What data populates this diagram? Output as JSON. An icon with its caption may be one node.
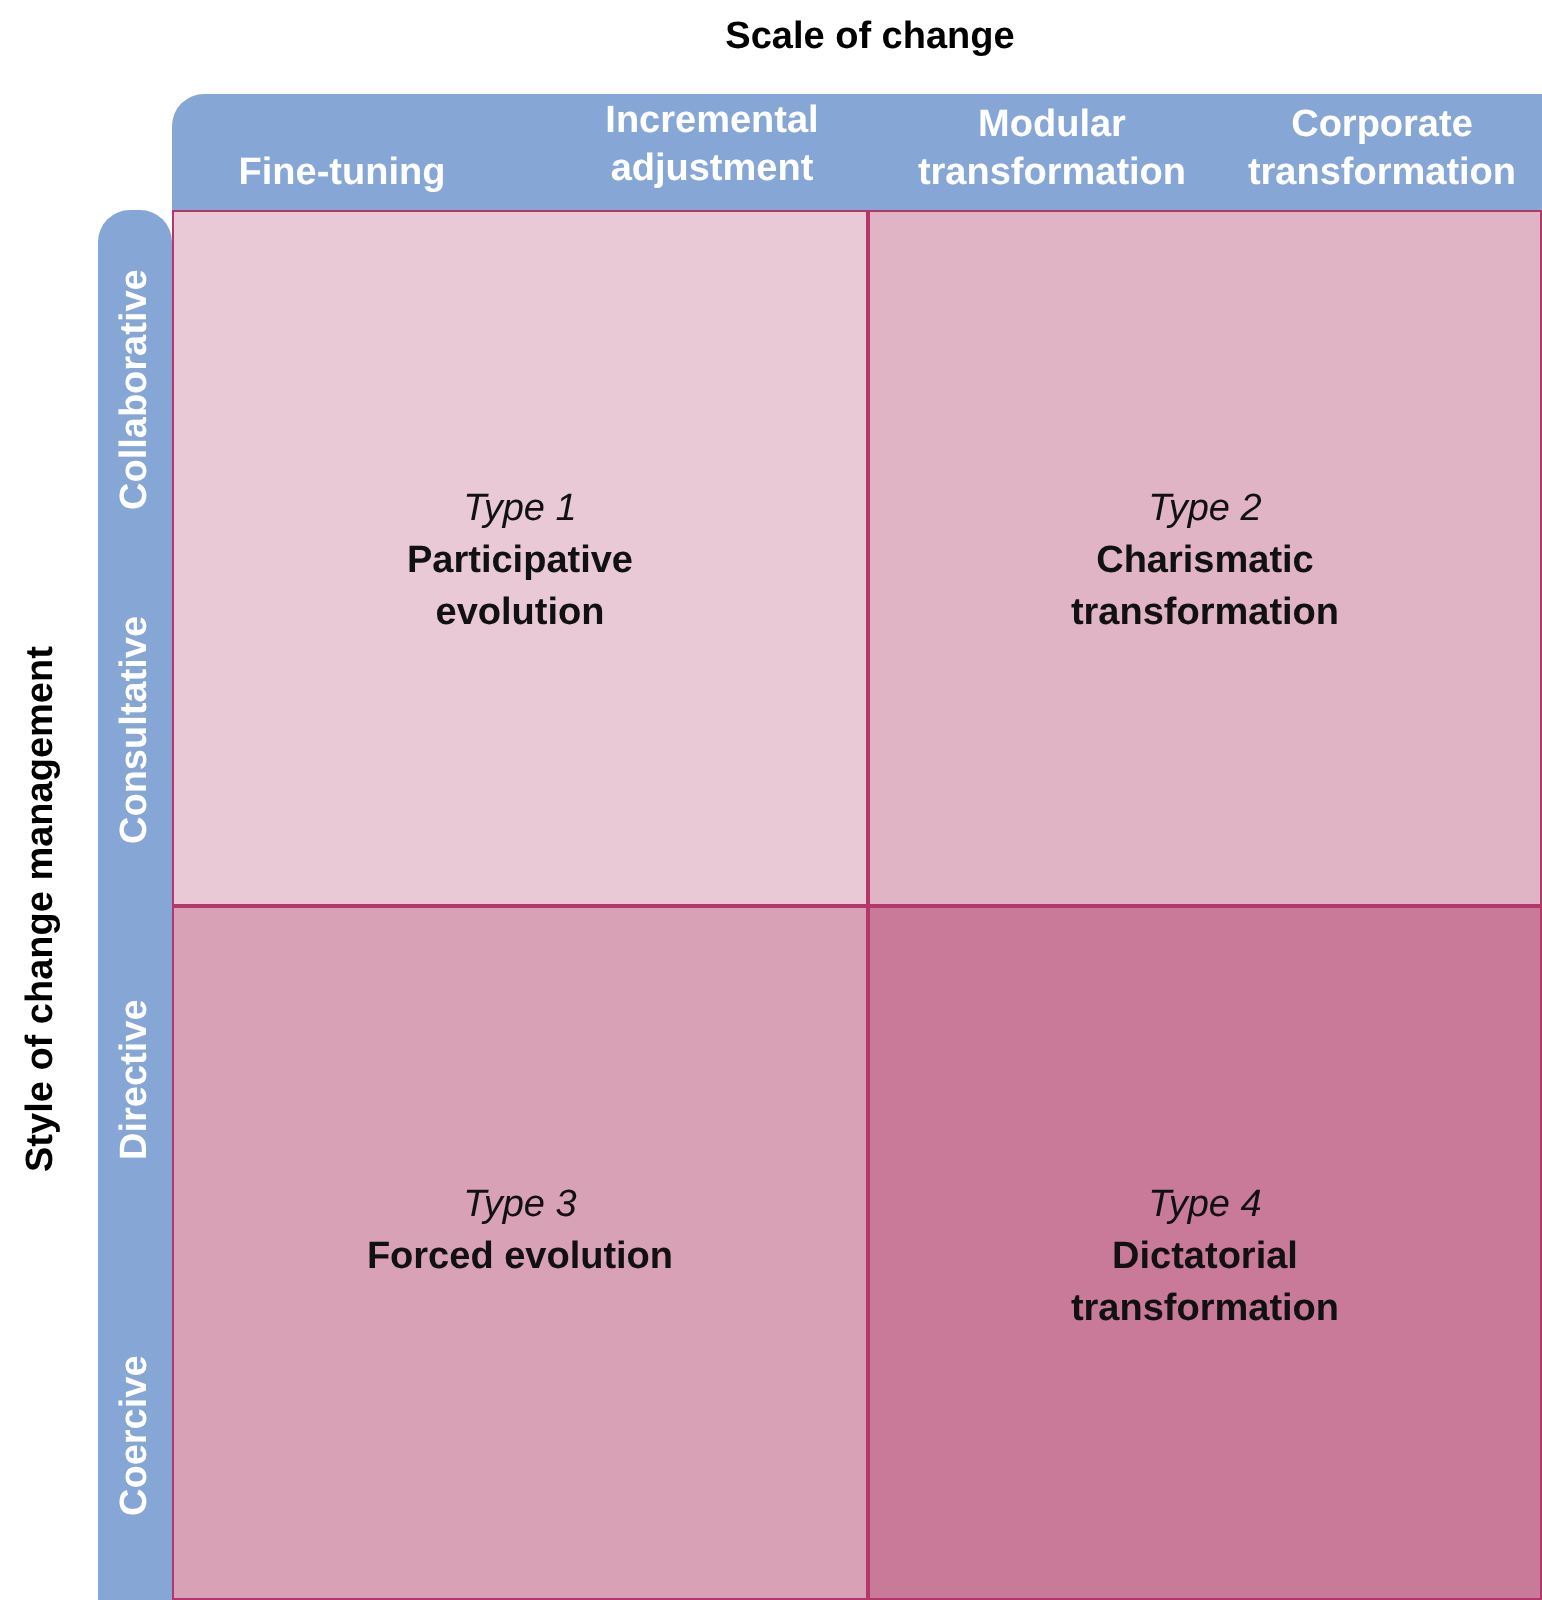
{
  "diagram": {
    "nodes": [
      {
        "text": [
          "Fine-tuning",
          "Incremental adjustment",
          "Modular transformation",
          "Corporate transformation"
        ]
      },
      {
        "text": [
          "Collaborative",
          "Consultative",
          "Directive",
          "Coercive"
        ]
      },
      {
        "text": [
          "Type 1",
          "Participative evolution"
        ]
      },
      {
        "text": [
          "Type 2",
          "Charismatic transformation"
        ]
      },
      {
        "text": [
          "Type 3",
          "Forced evolution"
        ]
      },
      {
        "text": [
          "Type 4",
          "Dictatorial transformation"
        ]
      }
    ],
    "labels": [
      "Scale of change",
      "Style of change management"
    ]
  }
}
